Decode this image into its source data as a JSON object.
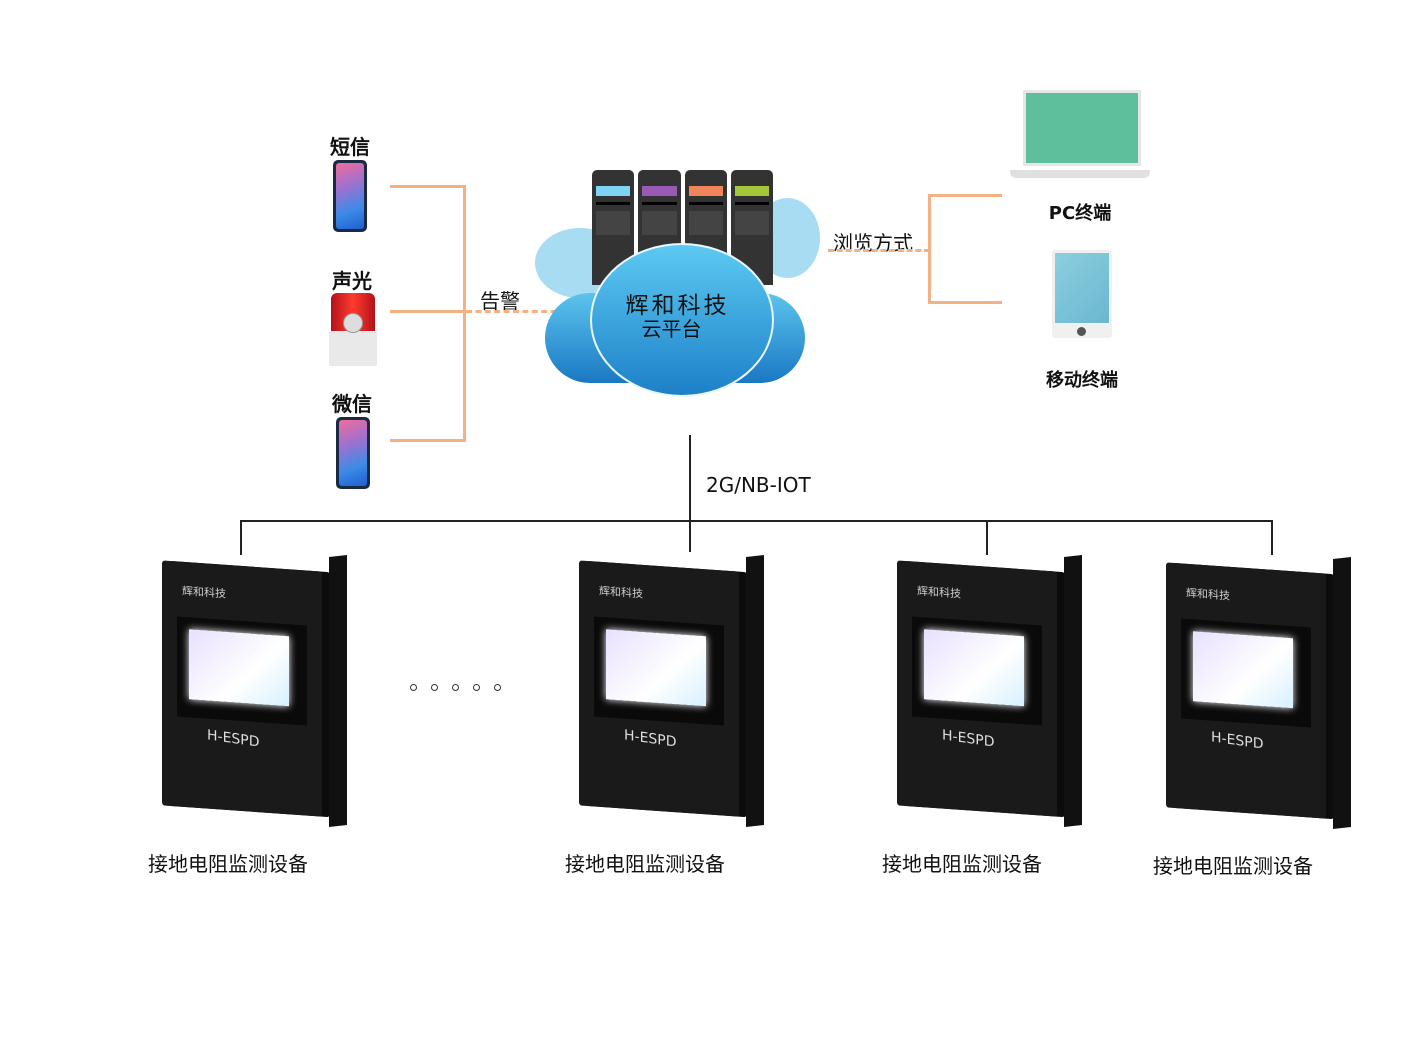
{
  "alerts": {
    "label": "告警",
    "channels": [
      {
        "label": "短信",
        "icon": "phone-icon"
      },
      {
        "label": "声光",
        "icon": "alarm-light-icon"
      },
      {
        "label": "微信",
        "icon": "phone-icon"
      }
    ]
  },
  "cloud": {
    "title": "辉和科技",
    "subtitle": "云平台",
    "server_colors": [
      "#7fd3f5",
      "#9b59b6",
      "#f2845c",
      "#a4c639"
    ]
  },
  "browse": {
    "label": "浏览方式",
    "terminals": [
      {
        "label": "PC终端",
        "icon": "laptop-icon"
      },
      {
        "label": "移动终端",
        "icon": "tablet-icon"
      }
    ]
  },
  "network": {
    "label": "2G/NB-IOT"
  },
  "devices": [
    {
      "label": "接地电阻监测设备",
      "logo": "辉和科技",
      "model": "H-ESPD"
    },
    {
      "label": "接地电阻监测设备",
      "logo": "辉和科技",
      "model": "H-ESPD"
    },
    {
      "label": "接地电阻监测设备",
      "logo": "辉和科技",
      "model": "H-ESPD"
    },
    {
      "label": "接地电阻监测设备",
      "logo": "辉和科技",
      "model": "H-ESPD"
    }
  ],
  "colors": {
    "connector": "#f4b183",
    "bus": "#222222",
    "laptop_screen": "#5dbf9b",
    "tablet_screen": "#7ec4d8"
  }
}
